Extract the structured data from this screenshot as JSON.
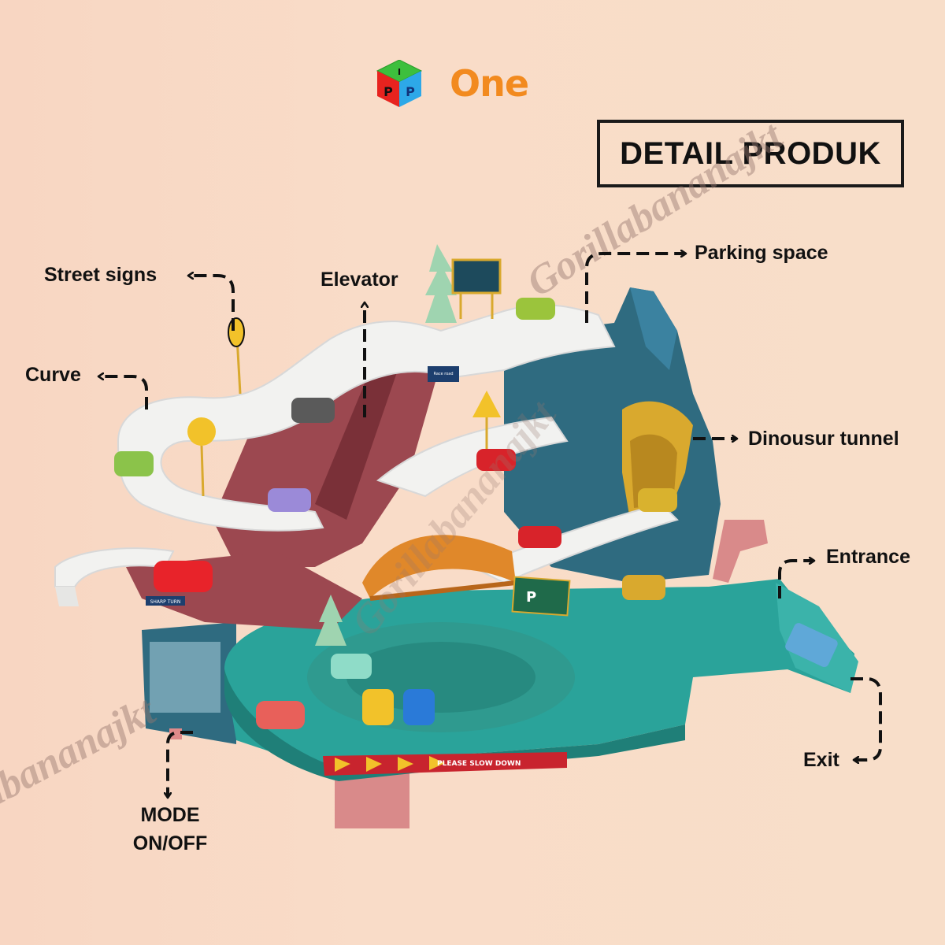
{
  "logo": {
    "cube_letters": [
      "I",
      "P",
      "P"
    ],
    "text": "One",
    "colors": {
      "top": "#3dbf3d",
      "left": "#e8231f",
      "right": "#2da8e8",
      "text": "#f28a1f"
    }
  },
  "title": "DETAIL PRODUK",
  "callouts": {
    "street_signs": "Street signs",
    "elevator": "Elevator",
    "curve": "Curve",
    "parking_space": "Parking space",
    "dinosaur_tunnel": "Dinousur tunnel",
    "entrance": "Entrance",
    "exit": "Exit",
    "mode_line1": "MODE",
    "mode_line2": "ON/OFF"
  },
  "toy": {
    "track_signs": {
      "slow_down": "PLEASE SLOW DOWN",
      "race_road": "Race road",
      "sharp_turn": "SHARP TURN",
      "parking_sign": "P"
    },
    "colors": {
      "track_white": "#f2f2f0",
      "mountain": "#2f6b80",
      "base_teal": "#2aa39a",
      "ramp_maroon": "#9c4850",
      "bridge_orange": "#e0882a",
      "tunnel_gold": "#d9a92e",
      "pillar_pink": "#d98a8a"
    }
  },
  "watermark": "Gorillabananajkt",
  "background_color": "#f9dcc7"
}
